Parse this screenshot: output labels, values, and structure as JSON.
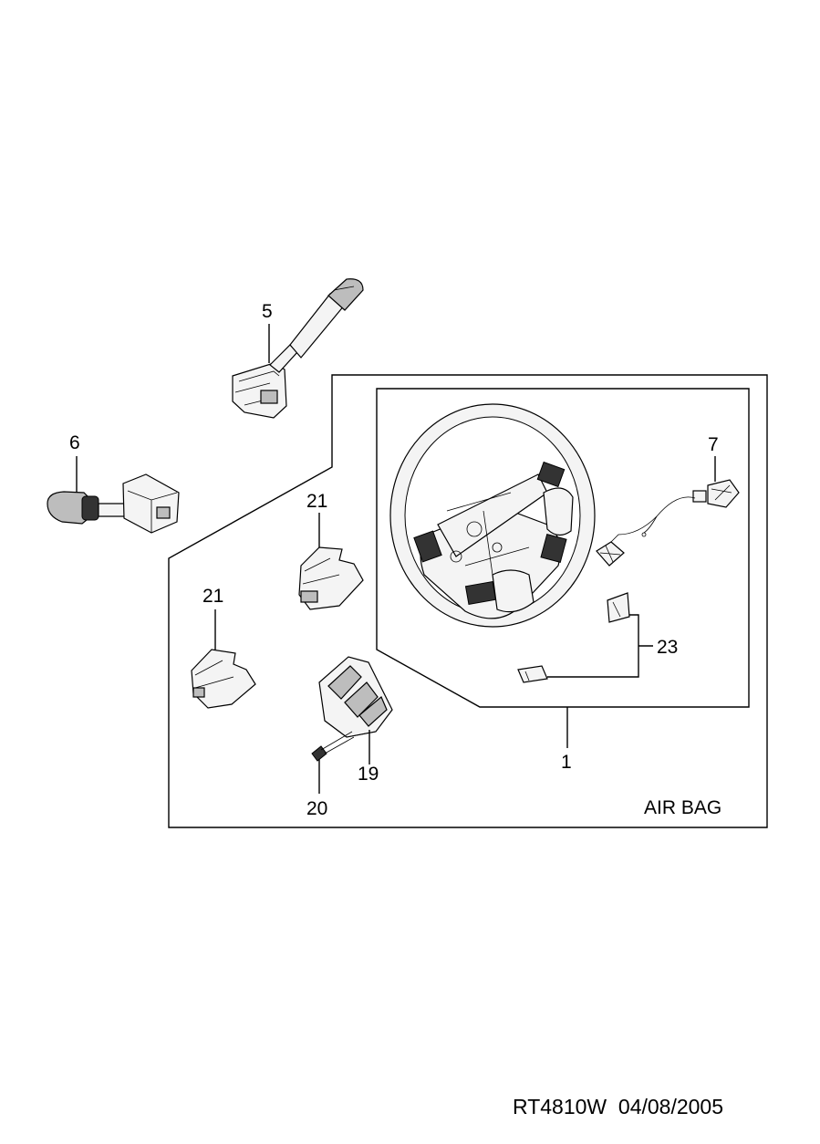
{
  "callouts": {
    "c1": "1",
    "c5": "5",
    "c6": "6",
    "c7": "7",
    "c19": "19",
    "c20": "20",
    "c21a": "21",
    "c21b": "21",
    "c23": "23"
  },
  "group_label": "AIR BAG",
  "footer": {
    "code": "RT4810W",
    "date": "04/08/2005"
  }
}
